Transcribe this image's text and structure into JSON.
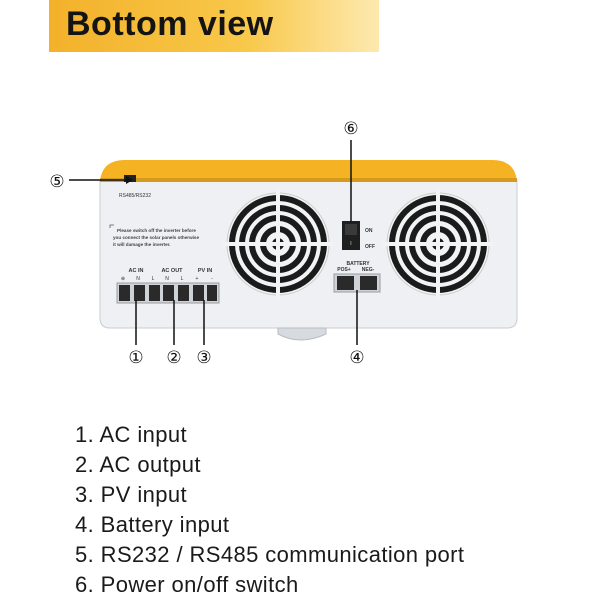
{
  "header": {
    "title": "Bottom view"
  },
  "device": {
    "port_label_rs": "RS485/RS232",
    "warning_text_1": "Please switch off the inverter before",
    "warning_text_2": "you connect the solar panels otherwise",
    "warning_text_3": "it will damage the inverter.",
    "ac_in_label": "AC IN",
    "ac_out_label": "AC OUT",
    "pv_in_label": "PV IN",
    "terminal_marks": [
      "⊕",
      "N",
      "L",
      "N",
      "L",
      "+",
      "-"
    ],
    "switch_on": "ON",
    "switch_off": "OFF",
    "battery_label": "BATTERY",
    "battery_pos": "POS+",
    "battery_neg": "NEG-"
  },
  "callouts": {
    "c1": "①",
    "c2": "②",
    "c3": "③",
    "c4": "④",
    "c5": "⑤",
    "c6": "⑥"
  },
  "legend": [
    "1. AC input",
    "2. AC output",
    "3. PV input",
    "4. Battery input",
    "5. RS232 / RS485 communication port",
    "6. Power on/off switch"
  ],
  "colors": {
    "accent": "#f5b324",
    "housing": "#eef0f3",
    "fan": "#1b1b1b"
  }
}
